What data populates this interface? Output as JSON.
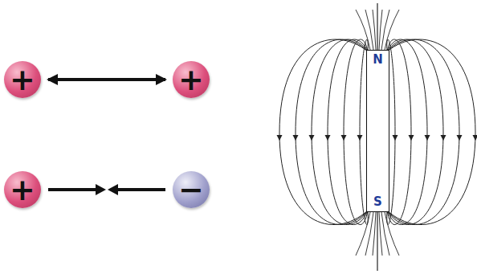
{
  "diagram": {
    "nodes": [
      {
        "text": [
          "+"
        ]
      },
      {
        "text": [
          "+"
        ]
      },
      {
        "text": [
          "+"
        ]
      },
      {
        "text": [
          "−"
        ]
      },
      {
        "text": [
          "N",
          "S"
        ]
      }
    ],
    "edges": [
      {
        "from": 0,
        "to": 1,
        "arrow": "both"
      },
      {
        "from": 2,
        "to": 3,
        "arrow": "none"
      }
    ]
  }
}
